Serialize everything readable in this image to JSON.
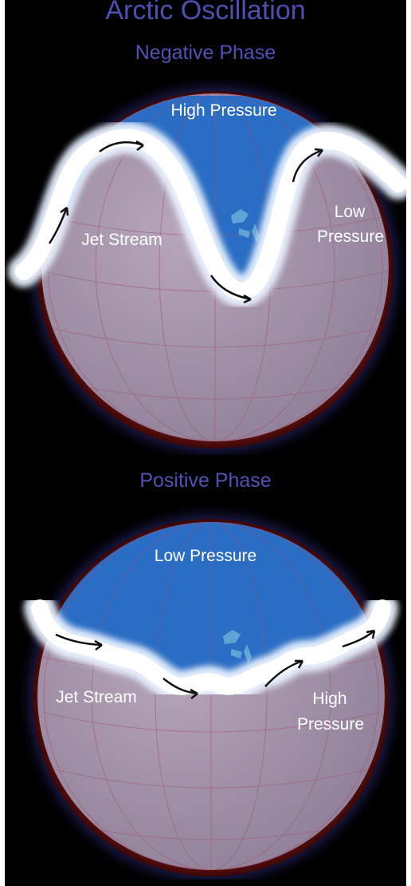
{
  "title": "Arctic Oscillation",
  "negative_phase": {
    "title": "Negative Phase",
    "high_pressure": "High Pressure",
    "jet_stream": "Jet Stream",
    "low_pressure_line1": "Low",
    "low_pressure_line2": "Pressure"
  },
  "positive_phase": {
    "title": "Positive Phase",
    "low_pressure": "Low Pressure",
    "jet_stream": "Jet Stream",
    "high_pressure_line1": "High",
    "high_pressure_line2": "Pressure"
  },
  "colors": {
    "title": "#4d4fb3",
    "pressure_region": "#2a6dc4",
    "globe_rim": "#8f1d1d",
    "land": "#b7a6bb",
    "jet_stream": "#ffffff",
    "background": "#000000"
  }
}
